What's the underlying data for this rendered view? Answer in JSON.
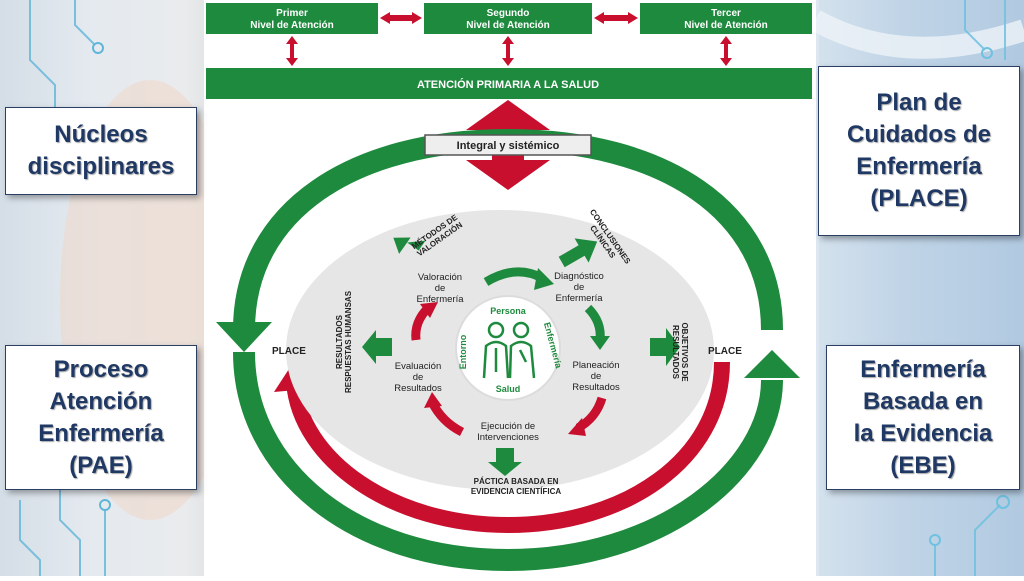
{
  "levels": {
    "primer": [
      "Primer",
      "Nivel de Atención"
    ],
    "segundo": [
      "Segundo",
      "Nivel de Atención"
    ],
    "tercer": [
      "Tercer",
      "Nivel de Atención"
    ]
  },
  "aps": "ATENCIÓN PRIMARIA A LA SALUD",
  "integral": "Integral y sistémico",
  "place_left": "PLACE",
  "place_right": "PLACE",
  "outer_labels": {
    "metodos": [
      "MÉTODOS DE",
      "VALORACIÓN"
    ],
    "conclusiones": [
      "CONCLUSIONES",
      "CLÍNICAS"
    ],
    "objetivos": [
      "OBJETIVOS DE",
      "RESULTADOS"
    ],
    "resultados": [
      "RESULTADOS",
      "RESPUESTAS HUMANSAS"
    ],
    "practica": [
      "PÁCTICA BASADA EN",
      "EVIDENCIA CIENTÍFICA"
    ]
  },
  "steps": {
    "valoracion": [
      "Valoración",
      "de",
      "Enfermería"
    ],
    "diagnostico": [
      "Diagnóstico",
      "de",
      "Enfermería"
    ],
    "planeacion": [
      "Planeación",
      "de",
      "Resultados"
    ],
    "ejecucion": [
      "Ejecución de",
      "Intervenciones"
    ],
    "evaluacion": [
      "Evaluación",
      "de",
      "Resultados"
    ]
  },
  "center": {
    "persona": "Persona",
    "entorno": "Entorno",
    "enfermeria": "Enfermería",
    "salud": "Salud"
  },
  "callouts": {
    "nucleos": "Núcleos\ndisciplinares",
    "pae": "Proceso\nAtención\nEnfermería\n(PAE)",
    "place": "Plan de\nCuidados de\nEnfermería\n(PLACE)",
    "ebe": "Enfermería\nBasada en\nla Evidencia\n(EBE)"
  },
  "colors": {
    "green": "#1e8a3e",
    "red": "#c8102e",
    "navy": "#1f3864",
    "grey_disc": "#e6e6e6"
  }
}
